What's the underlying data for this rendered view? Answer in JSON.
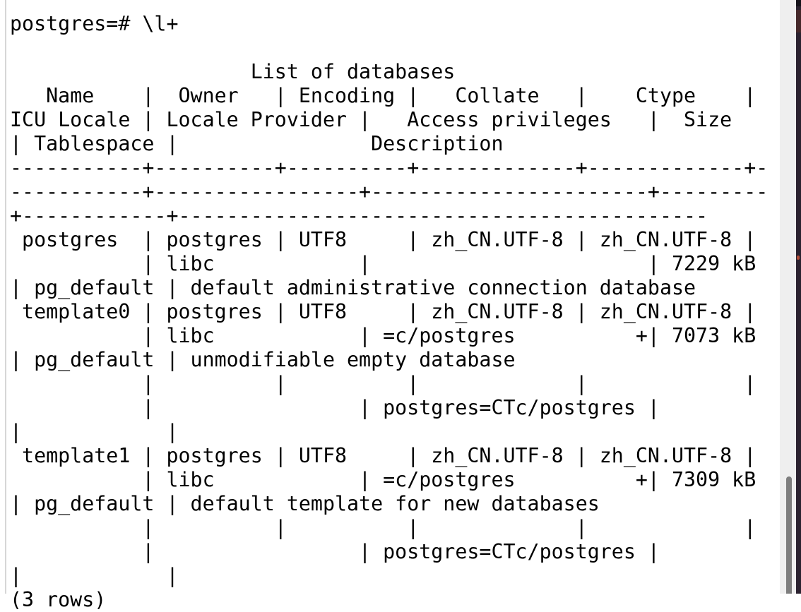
{
  "terminal": {
    "cols": 63,
    "prompt": "postgres=# \\l+",
    "lines": [
      "postgres=# \\l+",
      "                                                                                   List of databases",
      "   Name    |  Owner   | Encoding |   Collate   |    Ctype    | ICU Locale | Locale Provider |   Access privileges   |  Size   | Tablespace |                Description                 ",
      "-----------+----------+----------+-------------+-------------+------------+-----------------+-----------------------+---------+------------+--------------------------------------------",
      " postgres  | postgres | UTF8     | zh_CN.UTF-8 | zh_CN.UTF-8 |            | libc            |                       | 7229 kB | pg_default | default administrative connection database",
      " template0 | postgres | UTF8     | zh_CN.UTF-8 | zh_CN.UTF-8 |            | libc            | =c/postgres          +| 7073 kB | pg_default | unmodifiable empty database",
      "           |          |          |             |             |            |                 | postgres=CTc/postgres |         |            | ",
      " template1 | postgres | UTF8     | zh_CN.UTF-8 | zh_CN.UTF-8 |            | libc            | =c/postgres          +| 7309 kB | pg_default | default template for new databases",
      "           |          |          |             |             |            |                 | postgres=CTc/postgres |         |            | ",
      "(3 rows)"
    ]
  },
  "table": {
    "title": "List of databases",
    "columns": [
      "Name",
      "Owner",
      "Encoding",
      "Collate",
      "Ctype",
      "ICU Locale",
      "Locale Provider",
      "Access privileges",
      "Size",
      "Tablespace",
      "Description"
    ],
    "rows": [
      {
        "name": "postgres",
        "owner": "postgres",
        "encoding": "UTF8",
        "collate": "zh_CN.UTF-8",
        "ctype": "zh_CN.UTF-8",
        "icu_locale": "",
        "locale_provider": "libc",
        "access_privileges": [],
        "size": "7229 kB",
        "tablespace": "pg_default",
        "description": "default administrative connection database"
      },
      {
        "name": "template0",
        "owner": "postgres",
        "encoding": "UTF8",
        "collate": "zh_CN.UTF-8",
        "ctype": "zh_CN.UTF-8",
        "icu_locale": "",
        "locale_provider": "libc",
        "access_privileges": [
          "=c/postgres",
          "postgres=CTc/postgres"
        ],
        "size": "7073 kB",
        "tablespace": "pg_default",
        "description": "unmodifiable empty database"
      },
      {
        "name": "template1",
        "owner": "postgres",
        "encoding": "UTF8",
        "collate": "zh_CN.UTF-8",
        "ctype": "zh_CN.UTF-8",
        "icu_locale": "",
        "locale_provider": "libc",
        "access_privileges": [
          "=c/postgres",
          "postgres=CTc/postgres"
        ],
        "size": "7309 kB",
        "tablespace": "pg_default",
        "description": "default template for new databases"
      }
    ],
    "row_count_label": "(3 rows)"
  },
  "colors": {
    "background": "#ffffff",
    "text": "#000000",
    "pane_border": "#d6d6d6",
    "scrollbar_track": "#efefef",
    "scrollbar_thumb": "#7e7e7e",
    "right_edge_strip": "#2b2230"
  }
}
